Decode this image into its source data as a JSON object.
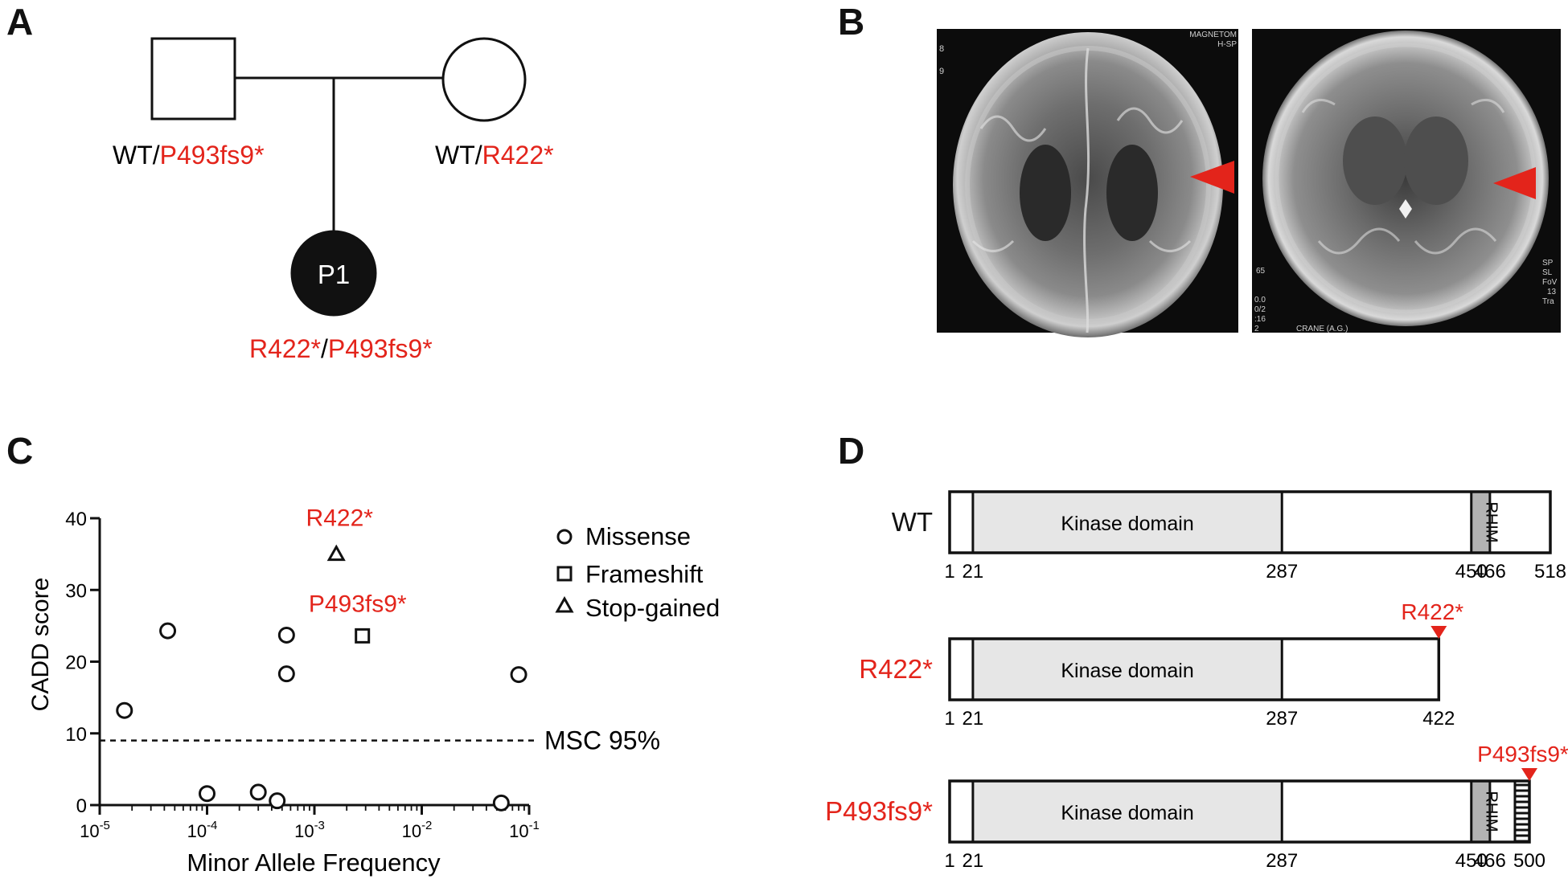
{
  "panels": {
    "a": "A",
    "b": "B",
    "c": "C",
    "d": "D"
  },
  "colors": {
    "red": "#e3241b",
    "black": "#111111",
    "domain_fill": "#e6e6e6",
    "rhim_fill": "#b3b3b3"
  },
  "pedigree": {
    "father": {
      "pre": "WT/",
      "variant": "P493fs9*"
    },
    "mother": {
      "pre": "WT/",
      "variant": "R422*"
    },
    "proband": {
      "label": "P1",
      "variant1": "R422*",
      "sep": "/",
      "variant2": "P493fs9*"
    }
  },
  "mri": {
    "left": {
      "text_top": "MAGNETOM",
      "text_top2": "H-SP",
      "text_left": [
        "8",
        "9"
      ]
    },
    "right": {
      "text_left": [
        "65",
        "0.0",
        "0/2",
        ":16",
        "2"
      ],
      "text_right": [
        "SP",
        "SL",
        "FoV",
        "13",
        "Tra"
      ],
      "text_bottom": "CRANE (A.G.)"
    }
  },
  "chart_data": {
    "type": "scatter",
    "ylabel": "CADD score",
    "xlabel": "Minor Allele Frequency",
    "xscale": "log",
    "xlim": [
      1e-05,
      0.1
    ],
    "ylim": [
      0,
      40
    ],
    "yticks": [
      "0",
      "10",
      "20",
      "30",
      "40"
    ],
    "xticks": [
      {
        "base": "10",
        "exp": "-5"
      },
      {
        "base": "10",
        "exp": "-4"
      },
      {
        "base": "10",
        "exp": "-3"
      },
      {
        "base": "10",
        "exp": "-2"
      },
      {
        "base": "10",
        "exp": "-1"
      }
    ],
    "threshold": {
      "y": 9,
      "label": "MSC 95%"
    },
    "legend": [
      "Missense",
      "Frameshift",
      "Stop-gained"
    ],
    "missense": [
      {
        "x": 1.7e-05,
        "y": 13.2
      },
      {
        "x": 4.3e-05,
        "y": 24.3
      },
      {
        "x": 0.0001,
        "y": 1.6
      },
      {
        "x": 0.0003,
        "y": 1.8
      },
      {
        "x": 0.00045,
        "y": 0.6
      },
      {
        "x": 0.00055,
        "y": 23.7
      },
      {
        "x": 0.00055,
        "y": 18.3
      },
      {
        "x": 0.055,
        "y": 0.3
      },
      {
        "x": 0.08,
        "y": 18.2
      }
    ],
    "frameshift": [
      {
        "x": 0.0028,
        "y": 23.6,
        "label": "P493fs9*"
      }
    ],
    "stop_gained": [
      {
        "x": 0.0016,
        "y": 35.0,
        "label": "R422*"
      }
    ]
  },
  "protein": {
    "domain_label": "Kinase domain",
    "rhim_label": "RHIM",
    "rows": [
      {
        "name": "WT",
        "ticks": [
          "1",
          "21",
          "287",
          "450",
          "466",
          "518"
        ]
      },
      {
        "name": "R422*",
        "marker": "R422*",
        "ticks": [
          "1",
          "21",
          "287",
          "422"
        ]
      },
      {
        "name": "P493fs9*",
        "marker": "P493fs9*",
        "ticks": [
          "1",
          "21",
          "287",
          "450",
          "466",
          "500"
        ]
      }
    ]
  }
}
